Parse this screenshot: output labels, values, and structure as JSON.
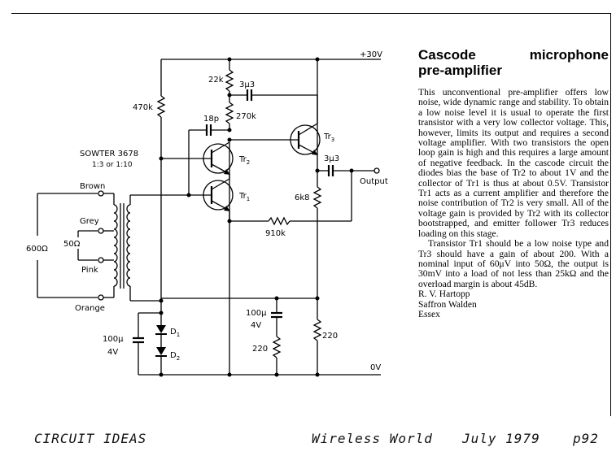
{
  "article": {
    "title_line1": "Cascode microphone",
    "title_line2": "pre-amplifier",
    "paragraph1": "This unconventional pre-amplifier offers low noise, wide dynamic range and stability. To obtain a low noise level it is usual to operate the first transistor with a very low collector voltage. This, however, limits its output and requires a second voltage amplifier. With two transistors the open loop gain is high and this requires a large amount of negative feedback. In the cascode circuit the diodes bias the base of Tr2 to about 1V and the collector of Tr1 is thus at about 0.5V. Transistor Tr1 acts as a current amplifier and therefore the noise contribution of Tr2 is very small. All of the voltage gain is provided by Tr2 with its collector bootstrapped, and emitter follower Tr3 reduces loading on this stage.",
    "paragraph2": "Transistor Tr1 should be a low noise type and Tr3 should have a gain of about 200. With a nominal input of 60μV into 50Ω, the output is 30mV into a load of not less than 25kΩ and the overload margin is about 45dB.",
    "author_name": "R. V. Hartopp",
    "author_town": "Saffron Walden",
    "author_county": "Essex"
  },
  "schematic": {
    "rail_positive": "+30V",
    "rail_ground": "0V",
    "transformer_name": "SOWTER 3678",
    "transformer_ratio": "1:3 or 1:10",
    "wire_brown": "Brown",
    "wire_grey": "Grey",
    "wire_pink": "Pink",
    "wire_orange": "Orange",
    "impedance_600": "600Ω",
    "impedance_50": "50Ω",
    "r_470k": "470k",
    "r_22k": "22k",
    "r_270k": "270k",
    "r_910k": "910k",
    "r_6k8": "6k8",
    "r_220_right": "220",
    "r_220_mid": "220",
    "c_3u3_top": "3µ3",
    "c_3u3_out": "3µ3",
    "c_18p": "18p",
    "c_100u_left": "100µ",
    "c_100u_left_v": "4V",
    "c_100u_mid": "100µ",
    "c_100u_mid_v": "4V",
    "tr1": "Tr",
    "tr1_sub": "1",
    "tr2": "Tr",
    "tr2_sub": "2",
    "tr3": "Tr",
    "tr3_sub": "3",
    "d1": "D",
    "d1_sub": "1",
    "d2": "D",
    "d2_sub": "2",
    "output_label": "Output"
  },
  "footer": {
    "section": "CIRCUIT IDEAS",
    "magazine": "Wireless World",
    "date": "July 1979",
    "page": "p92"
  }
}
